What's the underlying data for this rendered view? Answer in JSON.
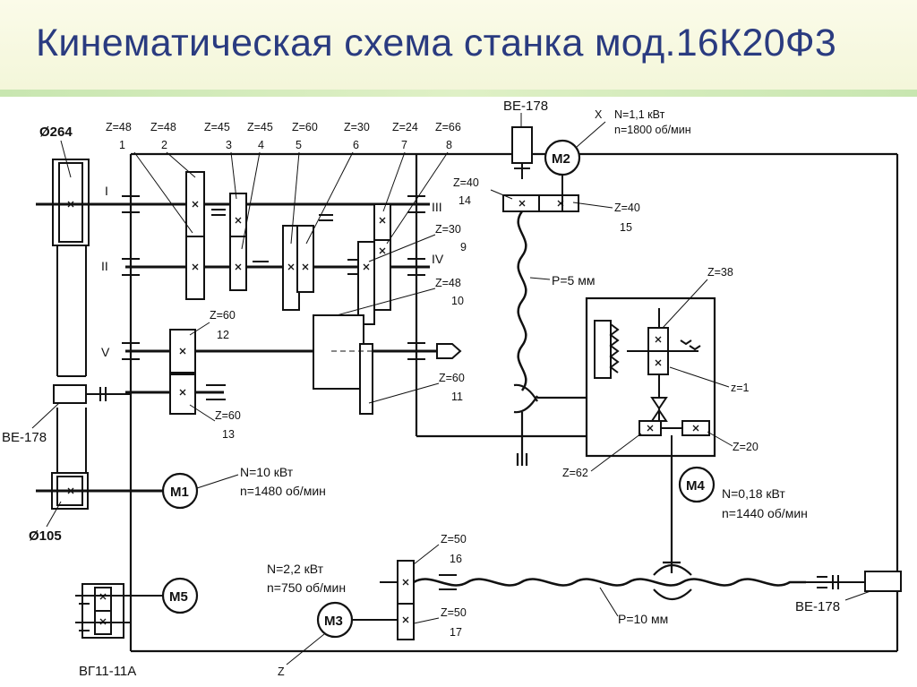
{
  "title": "Кинематическая схема станка мод.16К20Ф3",
  "labels": {
    "d264": "Ø264",
    "d105": "Ø105",
    "shaft_I": "I",
    "shaft_II": "II",
    "shaft_III": "III",
    "shaft_IV": "IV",
    "shaft_V": "V",
    "g1_z": "Z=48",
    "g1_n": "1",
    "g2_z": "Z=48",
    "g2_n": "2",
    "g3_z": "Z=45",
    "g3_n": "3",
    "g4_z": "Z=45",
    "g4_n": "4",
    "g5_z": "Z=60",
    "g5_n": "5",
    "g6_z": "Z=30",
    "g6_n": "6",
    "g7_z": "Z=24",
    "g7_n": "7",
    "g8_z": "Z=66",
    "g8_n": "8",
    "g9_z": "Z=30",
    "g9_n": "9",
    "g10_z": "Z=48",
    "g10_n": "10",
    "g11_z": "Z=60",
    "g11_n": "11",
    "g12_z": "Z=60",
    "g12_n": "12",
    "g13_z": "Z=60",
    "g13_n": "13",
    "g14_z": "Z=40",
    "g14_n": "14",
    "g15_z": "Z=40",
    "g15_n": "15",
    "g16_z": "Z=50",
    "g16_n": "16",
    "g17_z": "Z=50",
    "g17_n": "17",
    "z38": "Z=38",
    "z1": "z=1",
    "z20": "Z=20",
    "z62": "Z=62",
    "be178_top": "BE-178",
    "be178_left": "BE-178",
    "be178_right": "BE-178",
    "m1": "M1",
    "m1_power": "N=10 кВт",
    "m1_speed": "n=1480 об/мин",
    "m2": "M2",
    "m2_axis": "X",
    "m2_power": "N=1,1 кВт",
    "m2_speed": "n=1800 об/мин",
    "m3": "M3",
    "m3_axis": "Z",
    "m3_power": "N=2,2 кВт",
    "m3_speed": "n=750 об/мин",
    "m4": "M4",
    "m4_power": "N=0,18 кВт",
    "m4_speed": "n=1440 об/мин",
    "m5": "M5",
    "vg": "ВГ11-11А",
    "pitch_x": "P=5 мм",
    "pitch_z": "P=10 мм"
  }
}
